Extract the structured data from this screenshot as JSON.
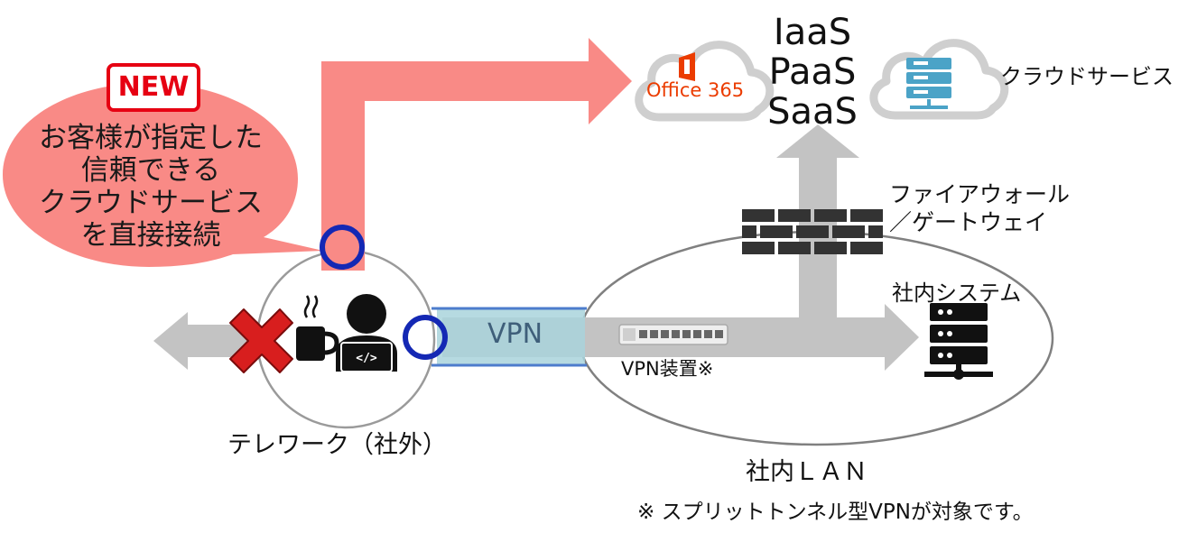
{
  "badge": {
    "label": "NEW"
  },
  "bubble": {
    "lines": [
      "お客様が指定した",
      "信頼できる",
      "クラウドサービス",
      "を直接接続"
    ]
  },
  "cloud_services": {
    "office_label": "Office 365",
    "service_types": [
      "IaaS",
      "PaaS",
      "SaaS"
    ],
    "label": "クラウドサービス"
  },
  "firewall": {
    "lines": [
      "ファイアウォール",
      "／ゲートウェイ"
    ]
  },
  "internal_system": {
    "label": "社内システム"
  },
  "vpn": {
    "tunnel_label": "VPN",
    "device_label": "VPN装置※"
  },
  "telework": {
    "label": "テレワーク（社外）"
  },
  "lan": {
    "label": "社内ＬＡＮ"
  },
  "footnote": {
    "text": "※ スプリットトンネル型VPNが対象です。"
  },
  "colors": {
    "route_arrow": "#f98a86",
    "bubble_fill": "#f98a86",
    "gray_arrow": "#c3c3c3",
    "ring_blue": "#1428b4",
    "vpn_tunnel": "#a9d3dc",
    "new_red": "#e60012",
    "office_red": "#eb3c00",
    "server_blue": "#4ba3c7"
  },
  "icons": [
    "office365-cloud-icon",
    "server-cloud-icon",
    "firewall-brick-icon",
    "server-rack-icon",
    "vpn-appliance-icon",
    "coffee-cup-icon",
    "developer-laptop-icon",
    "cross-mark-icon",
    "connection-ring-icon"
  ]
}
